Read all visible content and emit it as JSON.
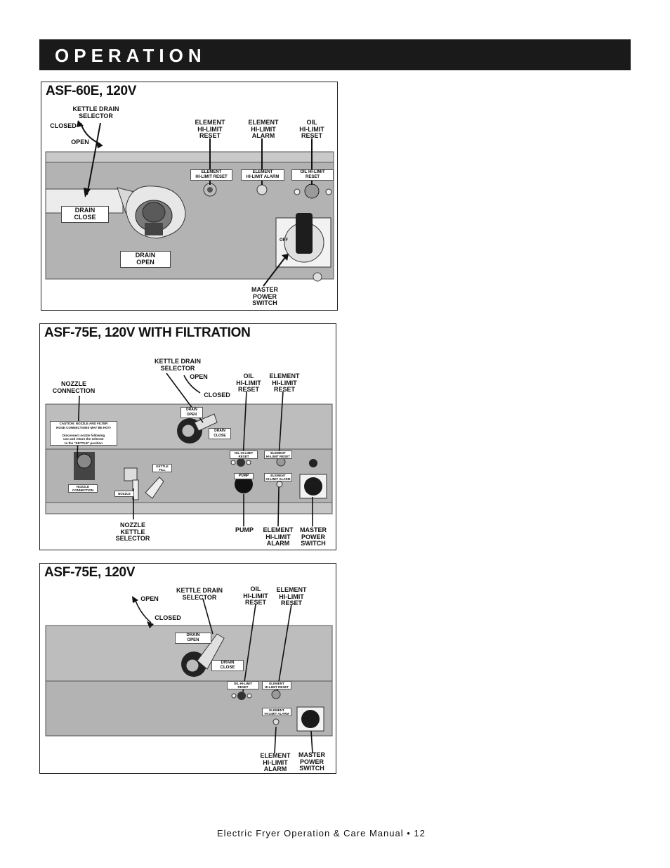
{
  "header": {
    "title": "OPERATION"
  },
  "panel1": {
    "title": "ASF-60E, 120V",
    "kettle_drain_selector": "KETTLE DRAIN\nSELECTOR",
    "closed": "CLOSED",
    "open": "OPEN",
    "element_hi_limit_reset": "ELEMENT\nHI-LIMIT\nRESET",
    "element_hi_limit_alarm": "ELEMENT\nHI-LIMIT\nALARM",
    "oil_hi_limit_reset": "OIL\nHI-LIMIT\nRESET",
    "plate_element_reset": "ELEMENT\nHI-LIMIT RESET",
    "plate_element_alarm": "ELEMENT\nHI-LIMIT ALARM",
    "plate_oil_reset": "OIL HI-LIMIT\nRESET",
    "drain_close_tag": "DRAIN\nCLOSE",
    "drain_open_tag": "DRAIN\nOPEN",
    "off": "OFF",
    "master_power_switch": "MASTER\nPOWER\nSWITCH"
  },
  "panel2": {
    "title": "ASF-75E, 120V WITH FILTRATION",
    "kettle_drain_selector": "KETTLE DRAIN\nSELECTOR",
    "open": "OPEN",
    "closed": "CLOSED",
    "nozzle_connection": "NOZZLE\nCONNECTION",
    "oil_hi_limit_reset": "OIL\nHI-LIMIT\nRESET",
    "element_hi_limit_reset": "ELEMENT\nHI-LIMIT\nRESET",
    "caution": "CAUTION: NOZZLE AND FILTER\nHOSE CONNECTIONS MAY BE HOT!\n\nDisconnect nozzle following\nuse and return the selector\nto the \"KETTLE\" position",
    "drain_open_tag": "DRAIN\nOPEN",
    "drain_close_tag": "DRAIN\nCLOSE",
    "plate_oil_reset": "OIL HI-LIMIT\nRESET",
    "plate_element_reset": "ELEMENT\nHI-LIMIT RESET",
    "plate_element_alarm": "ELEMENT\nHI-LIMIT ALARM",
    "plate_pump": "PUMP",
    "plate_kettle_fill": "KETTLE\nFILL",
    "plate_nozzle": "NOZZLE",
    "plate_nozzle_connection": "NOZZLE\nCONNECTION",
    "nozzle_kettle_selector": "NOZZLE\nKETTLE\nSELECTOR",
    "pump": "PUMP",
    "element_hi_limit_alarm": "ELEMENT\nHI-LIMIT\nALARM",
    "master_power_switch": "MASTER\nPOWER\nSWITCH"
  },
  "panel3": {
    "title": "ASF-75E, 120V",
    "open": "OPEN",
    "closed": "CLOSED",
    "kettle_drain_selector": "KETTLE DRAIN\nSELECTOR",
    "oil_hi_limit_reset": "OIL\nHI-LIMIT\nRESET",
    "element_hi_limit_reset": "ELEMENT\nHI-LIMIT\nRESET",
    "drain_open_tag": "DRAIN\nOPEN",
    "drain_close_tag": "DRAIN\nCLOSE",
    "plate_oil_reset": "OIL HI-LIMIT\nRESET",
    "plate_element_reset": "ELEMENT\nHI-LIMIT RESET",
    "plate_element_alarm": "ELEMENT\nHI-LIMIT ALARM",
    "element_hi_limit_alarm": "ELEMENT\nHI-LIMIT\nALARM",
    "master_power_switch": "MASTER\nPOWER\nSWITCH"
  },
  "footer": {
    "text": "Electric Fryer Operation & Care Manual • 12"
  }
}
